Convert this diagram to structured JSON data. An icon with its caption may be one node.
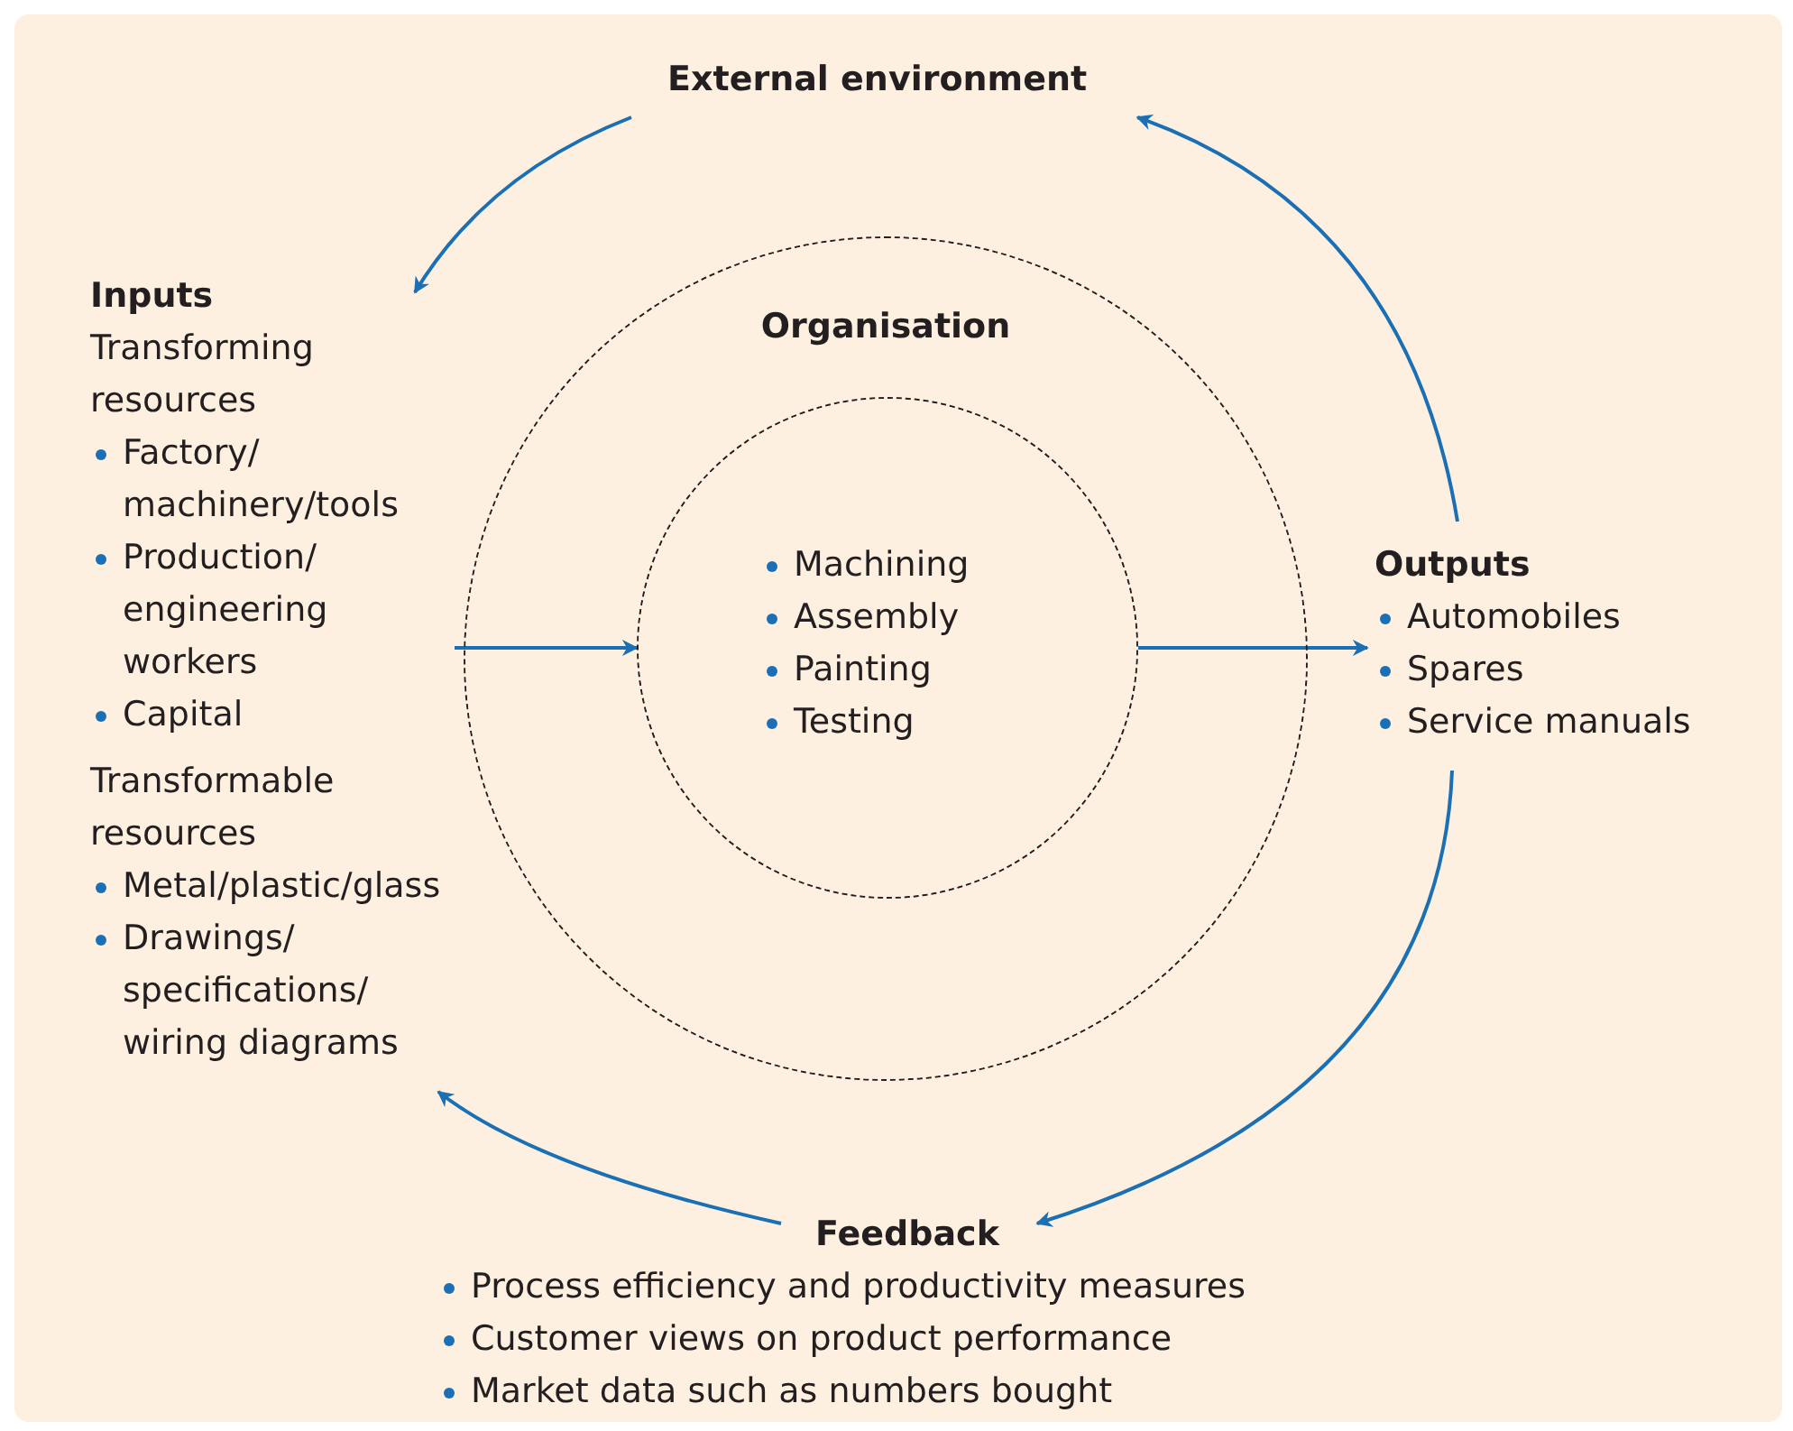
{
  "diagram": {
    "nodes": [
      {
        "text": [
          "External environment"
        ]
      },
      {
        "text": [
          "Inputs",
          "Transforming resources",
          "Factory/ machinery/tools",
          "Production/ engineering workers",
          "Capital",
          "Transformable resources",
          "Metal/plastic/glass",
          "Drawings/ specifications/ wiring diagrams"
        ]
      },
      {
        "text": [
          "Organisation"
        ]
      },
      {
        "text": [
          "Machining",
          "Assembly",
          "Painting",
          "Testing"
        ],
        "in": 2
      },
      {
        "text": [
          "Outputs",
          "Automobiles",
          "Spares",
          "Service manuals"
        ]
      },
      {
        "text": [
          "Feedback",
          "Process efficiency and productivity measures",
          "Customer views on product performance",
          "Market data such as numbers bought"
        ]
      }
    ],
    "edges": [
      {
        "from": 0,
        "to": 1,
        "arrow": "to"
      },
      {
        "from": 1,
        "to": 3,
        "arrow": "to"
      },
      {
        "from": 3,
        "to": 4,
        "arrow": "to"
      },
      {
        "from": 4,
        "to": 0,
        "arrow": "to"
      },
      {
        "from": 4,
        "to": 5,
        "arrow": "to"
      },
      {
        "from": 5,
        "to": 1,
        "arrow": "to"
      }
    ]
  }
}
